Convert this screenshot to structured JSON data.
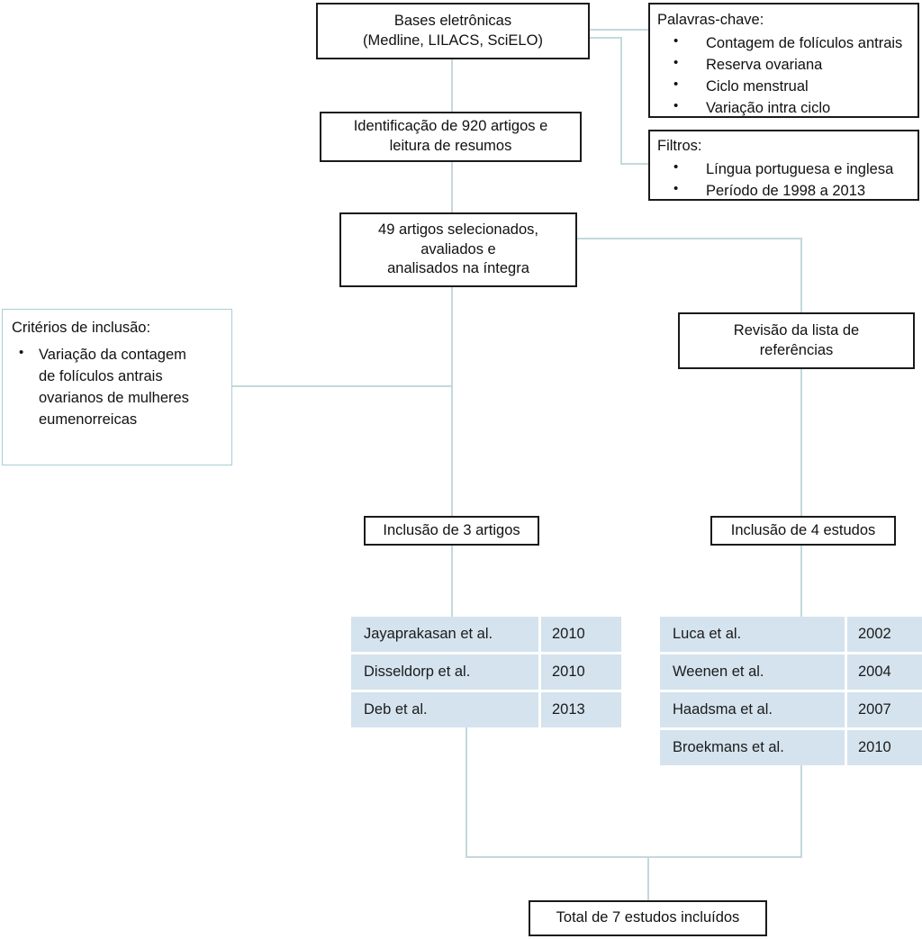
{
  "diagram": {
    "title": "Fluxograma de selecao de estudos",
    "line_color": "#c3d8dd",
    "box_border_color": "#1a1a1a",
    "accent_box_border_color": "#a9cdd6",
    "table_cell_background": "#d4e3ee"
  },
  "nodes": {
    "databases": {
      "line1": "Bases eletrônicas",
      "line2": "(Medline, LILACS, SciELO)"
    },
    "identification": {
      "line1": "Identificação de 920 artigos e",
      "line2": "leitura de resumos"
    },
    "selected": {
      "line1": "49 artigos selecionados,",
      "line2": "avaliados e",
      "line3": "analisados na íntegra"
    },
    "keywords": {
      "title": "Palavras-chave:",
      "items": [
        "Contagem de folículos antrais",
        "Reserva ovariana",
        "Ciclo menstrual",
        "Variação intra ciclo"
      ]
    },
    "filters": {
      "title": "Filtros:",
      "items": [
        "Língua portuguesa e inglesa",
        "Período de 1998 a 2013"
      ]
    },
    "inclusion_criteria": {
      "title": "Critérios de inclusão:",
      "items": [
        "Variação da contagem de folículos antrais ovarianos de mulheres eumenorreicas"
      ]
    },
    "reference_review": {
      "line1": "Revisão da lista de",
      "line2": "referências"
    },
    "inclusion_articles": {
      "label": "Inclusão de 3 artigos"
    },
    "inclusion_studies": {
      "label": "Inclusão de 4 estudos"
    },
    "total": {
      "label": "Total de 7 estudos incluídos"
    }
  },
  "tables": {
    "articles": {
      "rows": [
        {
          "author": "Jayaprakasan et al.",
          "year": "2010"
        },
        {
          "author": "Disseldorp et al.",
          "year": "2010"
        },
        {
          "author": "Deb et al.",
          "year": "2013"
        }
      ]
    },
    "studies": {
      "rows": [
        {
          "author": "Luca et al.",
          "year": "2002"
        },
        {
          "author": "Weenen  et al.",
          "year": "2004"
        },
        {
          "author": "Haadsma  et al.",
          "year": "2007"
        },
        {
          "author": "Broekmans  et al.",
          "year": "2010"
        }
      ]
    }
  }
}
